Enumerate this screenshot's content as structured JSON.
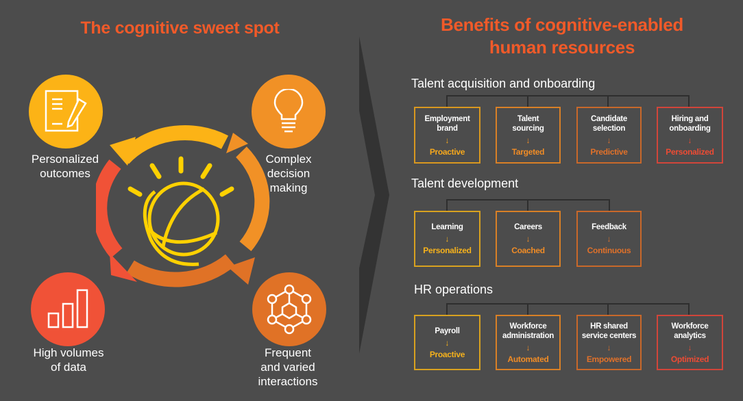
{
  "left": {
    "title": "The cognitive sweet spot",
    "features": [
      {
        "label_lines": [
          "Personalized",
          "outcomes"
        ],
        "icon": "document-pencil-icon",
        "color": "#fcb316"
      },
      {
        "label_lines": [
          "Complex",
          "decision",
          "making"
        ],
        "icon": "lightbulb-icon",
        "color": "#f19126"
      },
      {
        "label_lines": [
          "High volumes",
          "of data"
        ],
        "icon": "bar-chart-icon",
        "color": "#f05237"
      },
      {
        "label_lines": [
          "Frequent",
          "and varied",
          "interactions"
        ],
        "icon": "network-hexagon-icon",
        "color": "#e07226"
      }
    ],
    "cycle_colors": [
      "#fcb316",
      "#f19126",
      "#e07226",
      "#f05237"
    ],
    "center_icon": "ibm-watson-logo-icon",
    "center_color": "#fed100"
  },
  "right": {
    "title_line1": "Benefits of cognitive-enabled",
    "title_line2": "human resources",
    "sections": [
      {
        "title": "Talent acquisition and onboarding",
        "boxes": [
          {
            "name_lines": [
              "Employment",
              "brand"
            ],
            "result": "Proactive",
            "color": "#f6a81c"
          },
          {
            "name_lines": [
              "Talent",
              "sourcing"
            ],
            "result": "Targeted",
            "color": "#f08c26"
          },
          {
            "name_lines": [
              "Candidate",
              "selection"
            ],
            "result": "Predictive",
            "color": "#e0712a"
          },
          {
            "name_lines": [
              "Hiring and",
              "onboarding"
            ],
            "result": "Personalized",
            "color": "#ed4b34"
          }
        ]
      },
      {
        "title": "Talent development",
        "boxes": [
          {
            "name_lines": [
              "Learning"
            ],
            "result": "Personalized",
            "color": "#f6b21c"
          },
          {
            "name_lines": [
              "Careers"
            ],
            "result": "Coached",
            "color": "#f08c26"
          },
          {
            "name_lines": [
              "Feedback"
            ],
            "result": "Continuous",
            "color": "#e0712a"
          }
        ]
      },
      {
        "title": "HR operations",
        "boxes": [
          {
            "name_lines": [
              "Payroll"
            ],
            "result": "Proactive",
            "color": "#f6b21c"
          },
          {
            "name_lines": [
              "Workforce",
              "administration"
            ],
            "result": "Automated",
            "color": "#f08c26"
          },
          {
            "name_lines": [
              "HR shared",
              "service centers"
            ],
            "result": "Empowered",
            "color": "#e0712a"
          },
          {
            "name_lines": [
              "Workforce",
              "analytics"
            ],
            "result": "Optimized",
            "color": "#ed4b34"
          }
        ]
      }
    ],
    "arrow_glyph": "↓"
  }
}
